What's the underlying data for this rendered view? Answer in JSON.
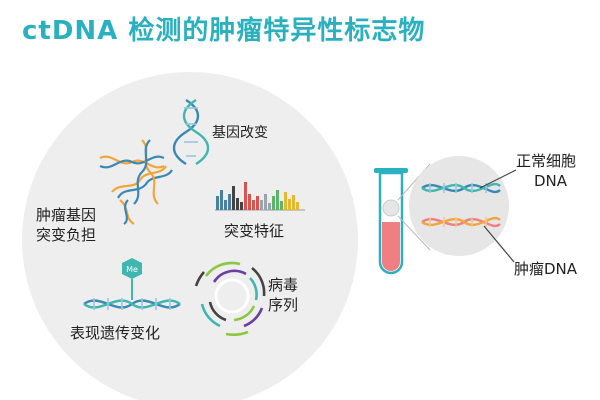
{
  "title": "ctDNA 检测的肿瘤特异性标志物",
  "circle_labels": {
    "gene_change": "基因改变",
    "tumor_burden_1": "肿瘤基因",
    "tumor_burden_2": "突变负担",
    "mutation_feature": "突变特征",
    "epigenetic": "表现遗传变化",
    "virus_1": "病毒",
    "virus_2": "序列",
    "methyl_badge": "Me"
  },
  "tube_labels": {
    "normal_1": "正常细胞",
    "normal_2": "DNA",
    "tumor": "肿瘤DNA"
  },
  "colors": {
    "title": "#2bb0c0",
    "circle_fill": "#eeeeee",
    "dna_blue": "#3b88b5",
    "dna_orange": "#f2a53a",
    "dna_teal": "#3fb6b0",
    "tube_red": "#f07f84",
    "tube_outline": "#2bb0c0"
  }
}
